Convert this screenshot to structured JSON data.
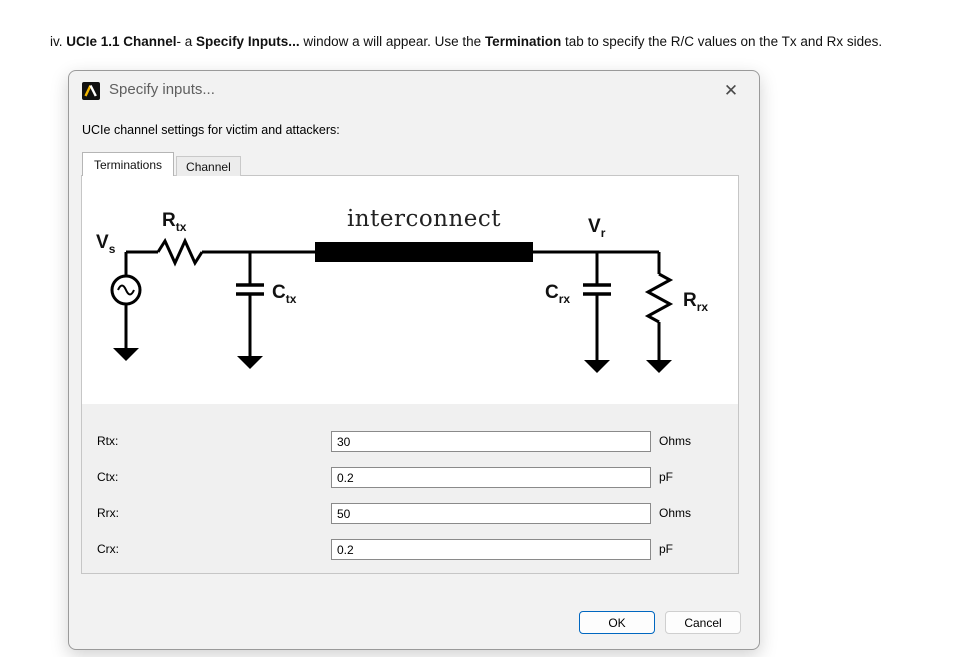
{
  "instruction": {
    "segments": [
      {
        "text": "iv. ",
        "bold": false
      },
      {
        "text": "UCIe 1.1 Channel",
        "bold": true
      },
      {
        "text": "- a ",
        "bold": false
      },
      {
        "text": "Specify Inputs...",
        "bold": true
      },
      {
        "text": " window a will appear. Use the ",
        "bold": false
      },
      {
        "text": "Termination",
        "bold": true
      },
      {
        "text": " tab to specify the R/C values on the Tx and Rx sides.",
        "bold": false
      }
    ]
  },
  "dialog": {
    "title": "Specify inputs...",
    "close_label": "✕",
    "subtitle": "UCIe channel settings for victim and attackers:",
    "tabs": [
      {
        "label": "Terminations",
        "active": true
      },
      {
        "label": "Channel",
        "active": false
      }
    ],
    "circuit": {
      "vs": {
        "main": "V",
        "sub": "s"
      },
      "rtx": {
        "main": "R",
        "sub": "tx"
      },
      "ctx": {
        "main": "C",
        "sub": "tx"
      },
      "interconnect": "interconnect",
      "vr": {
        "main": "V",
        "sub": "r"
      },
      "crx": {
        "main": "C",
        "sub": "rx"
      },
      "rrx": {
        "main": "R",
        "sub": "rx"
      }
    },
    "fields": [
      {
        "label": "Rtx:",
        "value": "30",
        "unit": "Ohms"
      },
      {
        "label": "Ctx:",
        "value": "0.2",
        "unit": "pF"
      },
      {
        "label": "Rrx:",
        "value": "50",
        "unit": "Ohms"
      },
      {
        "label": "Crx:",
        "value": "0.2",
        "unit": "pF"
      }
    ],
    "buttons": {
      "ok": "OK",
      "cancel": "Cancel"
    }
  },
  "colors": {
    "accent": "#0067c0",
    "dialog_bg": "#f2f2f2",
    "title_text": "#5f5f5f"
  }
}
